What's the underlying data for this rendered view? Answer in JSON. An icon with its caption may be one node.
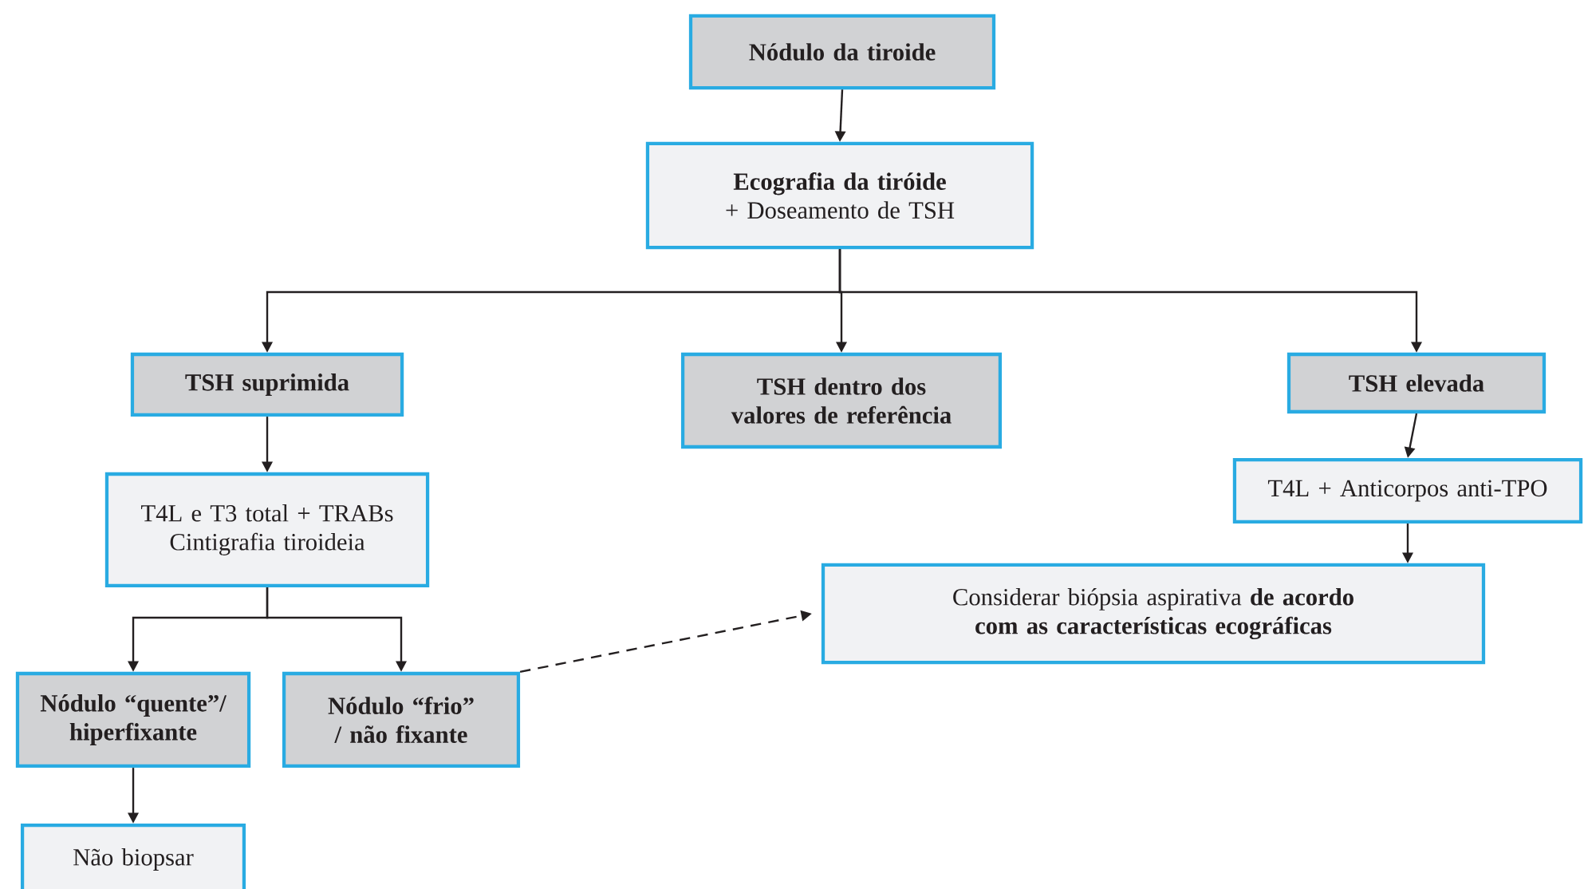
{
  "diagram": {
    "nodes": [
      {
        "text": [
          "Nódulo da tiroide"
        ]
      },
      {
        "text": [
          "Ecografia da tiróide",
          "+ Doseamento de TSH"
        ]
      },
      {
        "text": [
          "TSH suprimida"
        ]
      },
      {
        "text": [
          "TSH dentro dos valores de referência"
        ]
      },
      {
        "text": [
          "TSH elevada"
        ]
      },
      {
        "text": [
          "T4L + Anticorpos anti-TPO"
        ]
      },
      {
        "text": [
          "T4L e T3 total + TRABs",
          "Cintigrafia tiroideia"
        ]
      },
      {
        "text": [
          "Considerar biópsia aspirativa **de acordo com as características ecográficas**"
        ]
      },
      {
        "text": [
          "Nódulo “quente”/ hiperfixante"
        ]
      },
      {
        "text": [
          "Nódulo “frio” / não fixante"
        ]
      },
      {
        "text": [
          "Não biopsar"
        ]
      }
    ],
    "edges": [
      {
        "from": 0,
        "to": 1,
        "arrow": "to"
      },
      {
        "from": 1,
        "to": 2,
        "arrow": "to"
      },
      {
        "from": 1,
        "to": 3,
        "arrow": "to"
      },
      {
        "from": 1,
        "to": 4,
        "arrow": "to"
      },
      {
        "from": 2,
        "to": 6,
        "arrow": "to"
      },
      {
        "from": 4,
        "to": 5,
        "arrow": "to"
      },
      {
        "from": 5,
        "to": 7,
        "arrow": "to"
      },
      {
        "from": 6,
        "to": 8,
        "arrow": "to"
      },
      {
        "from": 6,
        "to": 9,
        "arrow": "to"
      },
      {
        "from": 9,
        "to": 7,
        "arrow": "to",
        "style": "dashed"
      },
      {
        "from": 8,
        "to": 10,
        "arrow": "to"
      }
    ]
  }
}
